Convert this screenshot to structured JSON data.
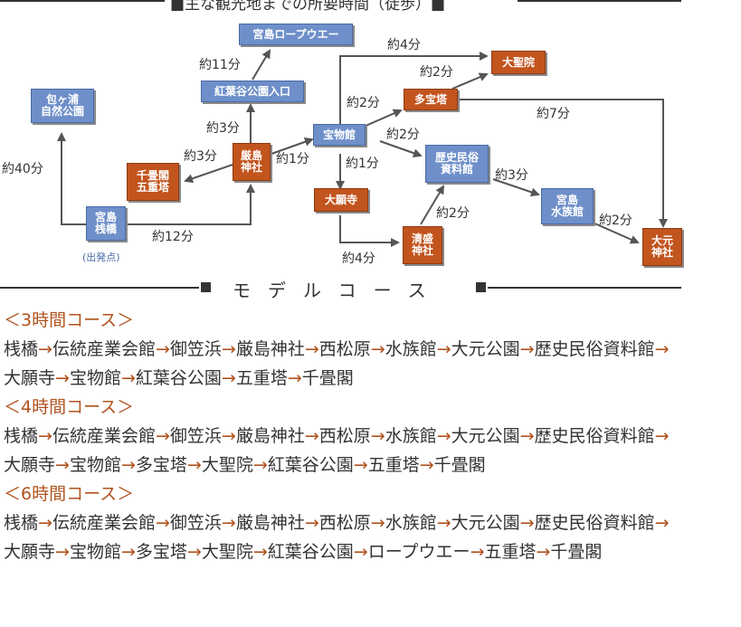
{
  "top_heading": "■主な観光地までの所要時間（徒歩）■",
  "nodes": {
    "ropeway": "宮島ロープウエー",
    "momijidani": "紅葉谷公園入口",
    "tsutsumigaura": "包ヶ浦\n自然公園",
    "itsukushima": "厳島\n神社",
    "senjokaku": "千畳閣\n五重塔",
    "pier": "宮島\n桟橋",
    "homotsukan": "宝物館",
    "taganto": "多宝塔",
    "daishoin": "大聖院",
    "rekishi": "歴史民俗\n資料館",
    "daiganji": "大願寺",
    "kiyomori": "清盛\n神社",
    "aquarium": "宮島\n水族館",
    "omoto": "大元\n神社"
  },
  "labels": {
    "t_4min_a": "約4分",
    "t_11min": "約11分",
    "t_2min_a": "約2分",
    "t_2min_b": "約2分",
    "t_7min": "約7分",
    "t_3min_a": "約3分",
    "t_2min_c": "約2分",
    "t_3min_b": "約3分",
    "t_1min_a": "約1分",
    "t_1min_b": "約1分",
    "t_40min": "約40分",
    "t_3min_c": "約3分",
    "t_2min_d": "約2分",
    "t_2min_e": "約2分",
    "t_12min": "約12分",
    "t_4min_b": "約4分",
    "start": "(出発点)"
  },
  "divider_text": "モデルコース",
  "courses": [
    {
      "title": "＜3時間コース＞",
      "stops": [
        "桟橋",
        "伝統産業会館",
        "御笠浜",
        "厳島神社",
        "西松原",
        "水族館",
        "大元公園",
        "歴史民俗資料館",
        " 大願寺",
        "宝物館",
        "紅葉谷公園",
        "五重塔",
        "千畳閣"
      ]
    },
    {
      "title": "＜4時間コース＞",
      "stops": [
        "桟橋",
        "伝統産業会館",
        "御笠浜",
        "厳島神社",
        "西松原",
        "水族館",
        "大元公園",
        "歴史民俗資料館",
        " 大願寺",
        "宝物館",
        "多宝塔",
        "大聖院",
        "紅葉谷公園",
        "五重塔",
        "千畳閣"
      ]
    },
    {
      "title": "＜6時間コース＞",
      "stops": [
        "桟橋",
        "伝統産業会館",
        "御笠浜",
        "厳島神社",
        "西松原",
        "水族館",
        "大元公園",
        "歴史民俗資料館",
        " 大願寺",
        "宝物館",
        "多宝塔",
        "大聖院",
        "紅葉谷公園",
        "ロープウエー",
        "五重塔",
        "千畳閣"
      ]
    }
  ],
  "arrow": "→",
  "colors": {
    "blue": "#6e8fc9",
    "orange": "#c2541e",
    "accent": "#b0531f",
    "text": "#333333"
  }
}
